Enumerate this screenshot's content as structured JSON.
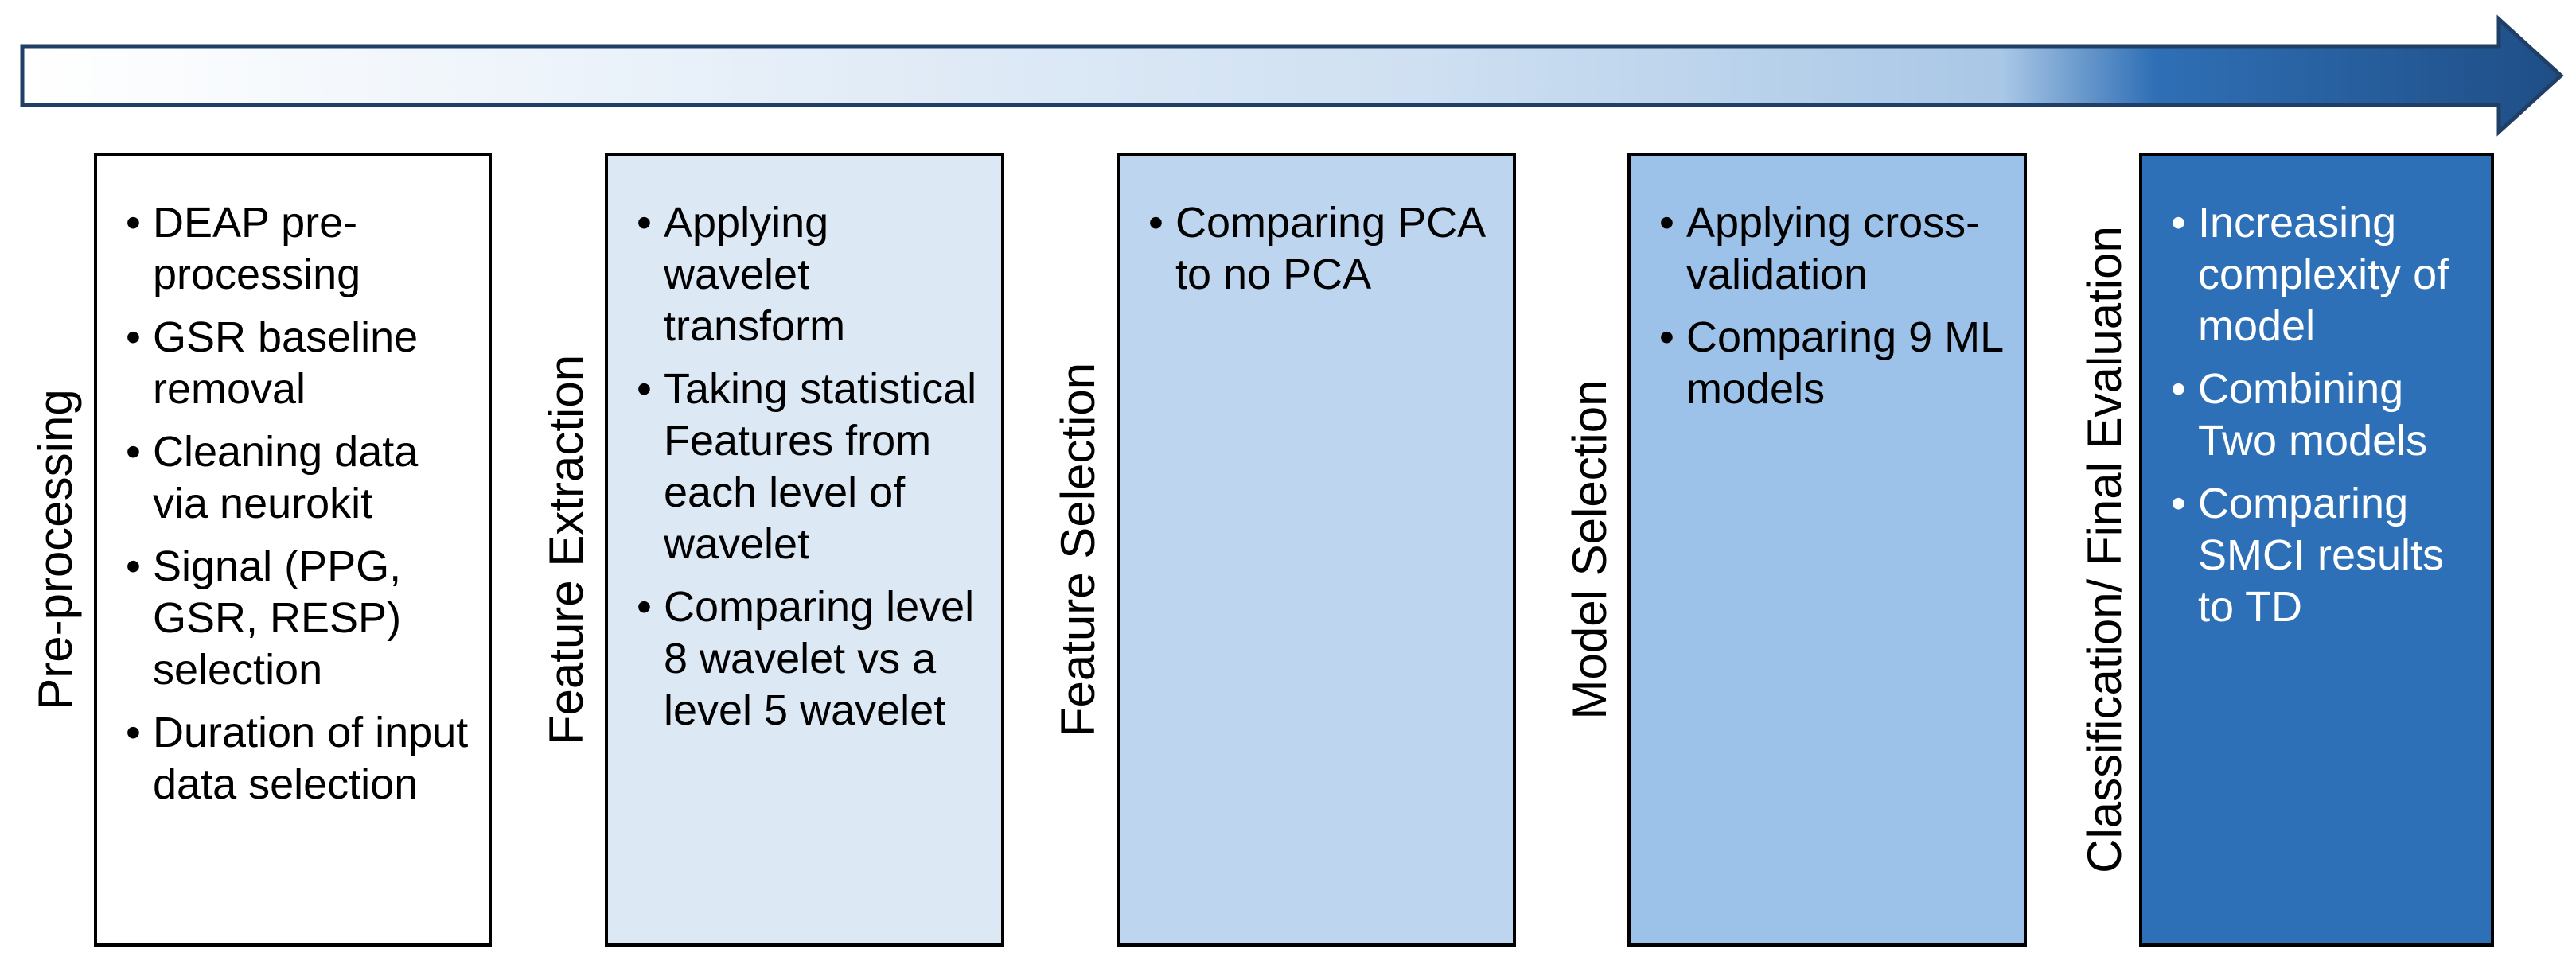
{
  "colors": {
    "arrow_light": "#ffffff",
    "arrow_mid": "#a9c7e6",
    "arrow_dark": "#2f6fb5",
    "arrow_stroke": "#1f3f66"
  },
  "stages": [
    {
      "label": "Pre-processing",
      "fill": "#ffffff",
      "text_color": "#000000",
      "items": [
        "DEAP pre-processing",
        "GSR baseline removal",
        "Cleaning data via neurokit",
        "Signal (PPG, GSR, RESP) selection",
        "Duration of input data selection"
      ]
    },
    {
      "label": "Feature Extraction",
      "fill": "#dde8f5",
      "text_color": "#000000",
      "items": [
        "Applying wavelet transform",
        "Taking statistical Features from each level of wavelet",
        "Comparing level 8 wavelet vs a level 5 wavelet"
      ]
    },
    {
      "label": "Feature Selection",
      "fill": "#bdd5ee",
      "text_color": "#000000",
      "items": [
        "Comparing PCA to no PCA"
      ]
    },
    {
      "label": "Model Selection",
      "fill": "#9dc2e9",
      "text_color": "#000000",
      "items": [
        "Applying cross-validation",
        "Comparing 9 ML models"
      ]
    },
    {
      "label": "Classification/ Final Evaluation",
      "fill": "#2e70b8",
      "text_color": "#ffffff",
      "items": [
        "Increasing complexity of model",
        "Combining Two models",
        "Comparing SMCI results to TD"
      ]
    }
  ]
}
